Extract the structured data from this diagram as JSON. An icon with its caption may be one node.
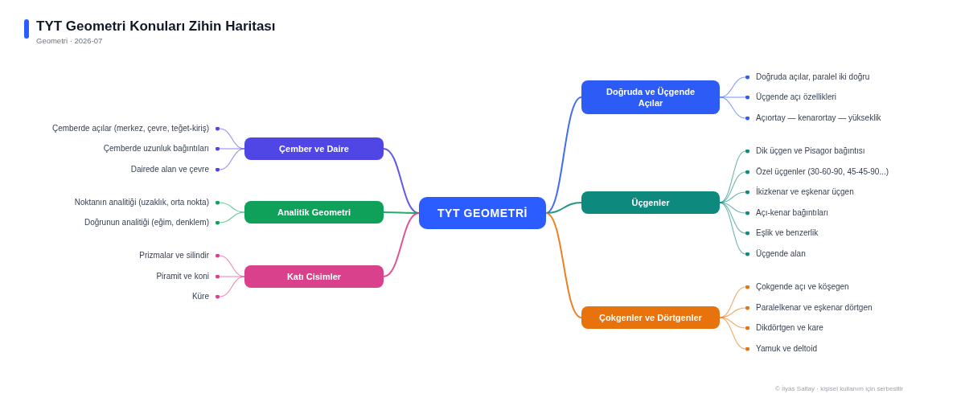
{
  "diagram": {
    "title": "TYT Geometri Konuları Zihin Haritası",
    "nodes": [
      {
        "text": [
          "TYT GEOMETRİ"
        ]
      },
      {
        "text": [
          "Doğruda ve Üçgende Açılar"
        ]
      },
      {
        "text": [
          "Doğruda açılar, paralel iki doğru"
        ]
      },
      {
        "text": [
          "Üçgende açı özellikleri"
        ]
      },
      {
        "text": [
          "Açıortay — kenarortay — yükseklik"
        ]
      },
      {
        "text": [
          "Üçgenler"
        ]
      },
      {
        "text": [
          "Dik üçgen ve Pisagor bağıntısı"
        ]
      },
      {
        "text": [
          "Özel üçgenler (30-60-90, 45-45-90...)"
        ]
      },
      {
        "text": [
          "İkizkenar ve eşkenar üçgen"
        ]
      },
      {
        "text": [
          "Açı-kenar bağıntıları"
        ]
      },
      {
        "text": [
          "Eşlik ve benzerlik"
        ]
      },
      {
        "text": [
          "Üçgende alan"
        ]
      },
      {
        "text": [
          "Çokgenler ve Dörtgenler"
        ]
      },
      {
        "text": [
          "Çokgende açı ve köşegen"
        ]
      },
      {
        "text": [
          "Paralelkenar ve eşkenar dörtgen"
        ]
      },
      {
        "text": [
          "Dikdörtgen ve kare"
        ]
      },
      {
        "text": [
          "Yamuk ve deltoid"
        ]
      },
      {
        "text": [
          "Çember ve Daire"
        ]
      },
      {
        "text": [
          "Çemberde açılar (merkez, çevre, teğet-kiriş)"
        ]
      },
      {
        "text": [
          "Çemberde uzunluk bağıntıları"
        ]
      },
      {
        "text": [
          "Dairede alan ve çevre"
        ]
      },
      {
        "text": [
          "Analitik Geometri"
        ]
      },
      {
        "text": [
          "Noktanın analitiği (uzaklık, orta nokta)"
        ]
      },
      {
        "text": [
          "Doğrunun analitiği (eğim, denklem)"
        ]
      },
      {
        "text": [
          "Katı Cisimler"
        ]
      },
      {
        "text": [
          "Prizmalar ve silindir"
        ]
      },
      {
        "text": [
          "Piramit ve koni"
        ]
      },
      {
        "text": [
          "Küre"
        ]
      }
    ],
    "edges": [
      {
        "from": 0,
        "to": 1,
        "arrow": "none",
        "color": "#2d5bf5"
      },
      {
        "from": 1,
        "to": 2,
        "arrow": "other",
        "color": "#2d5bf5"
      },
      {
        "from": 1,
        "to": 3,
        "arrow": "other",
        "color": "#2d5bf5"
      },
      {
        "from": 1,
        "to": 4,
        "arrow": "other",
        "color": "#2d5bf5"
      },
      {
        "from": 0,
        "to": 5,
        "arrow": "none",
        "color": "#0d8a7d"
      },
      {
        "from": 5,
        "to": 6,
        "arrow": "other",
        "color": "#0d8a7d"
      },
      {
        "from": 5,
        "to": 7,
        "arrow": "other",
        "color": "#0d8a7d"
      },
      {
        "from": 5,
        "to": 8,
        "arrow": "other",
        "color": "#0d8a7d"
      },
      {
        "from": 5,
        "to": 9,
        "arrow": "other",
        "color": "#0d8a7d"
      },
      {
        "from": 5,
        "to": 10,
        "arrow": "other",
        "color": "#0d8a7d"
      },
      {
        "from": 5,
        "to": 11,
        "arrow": "other",
        "color": "#0d8a7d"
      },
      {
        "from": 0,
        "to": 12,
        "arrow": "none",
        "color": "#e8730c"
      },
      {
        "from": 12,
        "to": 13,
        "arrow": "other",
        "color": "#e8730c"
      },
      {
        "from": 12,
        "to": 14,
        "arrow": "other",
        "color": "#e8730c"
      },
      {
        "from": 12,
        "to": 15,
        "arrow": "other",
        "color": "#e8730c"
      },
      {
        "from": 12,
        "to": 16,
        "arrow": "other",
        "color": "#e8730c"
      },
      {
        "from": 0,
        "to": 17,
        "arrow": "none",
        "color": "#4f46e5"
      },
      {
        "from": 17,
        "to": 18,
        "arrow": "other",
        "color": "#4f46e5"
      },
      {
        "from": 17,
        "to": 19,
        "arrow": "other",
        "color": "#4f46e5"
      },
      {
        "from": 17,
        "to": 20,
        "arrow": "other",
        "color": "#4f46e5"
      },
      {
        "from": 0,
        "to": 21,
        "arrow": "none",
        "color": "#0fa05a"
      },
      {
        "from": 21,
        "to": 22,
        "arrow": "other",
        "color": "#0fa05a"
      },
      {
        "from": 21,
        "to": 23,
        "arrow": "other",
        "color": "#0fa05a"
      },
      {
        "from": 0,
        "to": 24,
        "arrow": "none",
        "color": "#d9418c"
      },
      {
        "from": 24,
        "to": 25,
        "arrow": "other",
        "color": "#d9418c"
      },
      {
        "from": 24,
        "to": 26,
        "arrow": "other",
        "color": "#d9418c"
      },
      {
        "from": 24,
        "to": 27,
        "arrow": "other",
        "color": "#d9418c"
      }
    ],
    "labels": [
      "Geometri · 2026-07",
      "© İlyas Saltay · kişisel kullanım için serbesttir"
    ]
  }
}
